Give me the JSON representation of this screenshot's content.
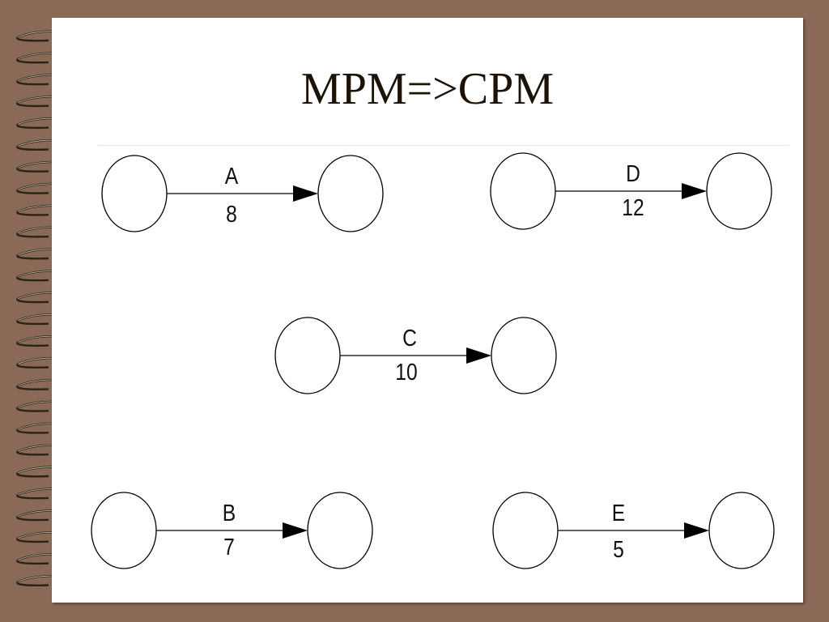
{
  "slide": {
    "title": "MPM=>CPM",
    "colors": {
      "background": "#8a6a56",
      "page": "#ffffff",
      "title": "#1d1206",
      "stroke": "#000000"
    }
  },
  "activities": [
    {
      "name": "A",
      "duration": "8"
    },
    {
      "name": "D",
      "duration": "12"
    },
    {
      "name": "C",
      "duration": "10"
    },
    {
      "name": "B",
      "duration": "7"
    },
    {
      "name": "E",
      "duration": "5"
    }
  ]
}
